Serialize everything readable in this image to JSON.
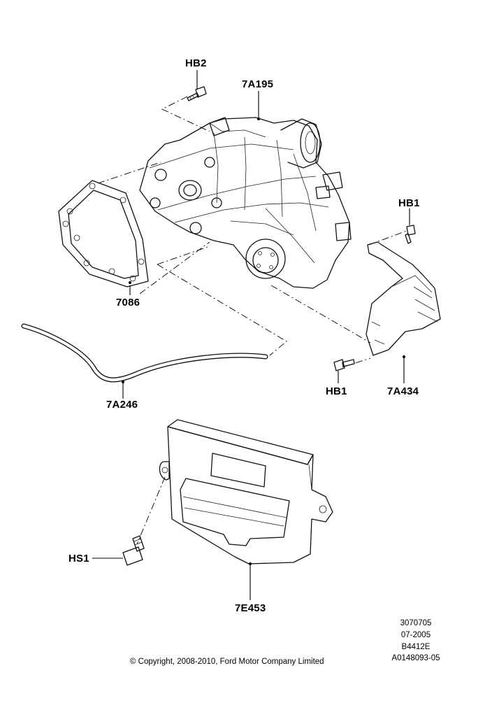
{
  "labels": {
    "hb2": "HB2",
    "tcase": "7A195",
    "hb1_upper": "HB1",
    "gasket": "7086",
    "vent_hose": "7A246",
    "hb1_lower": "HB1",
    "bracket": "7A434",
    "hs1": "HS1",
    "module": "7E453"
  },
  "reference": {
    "line1": "3070705",
    "line2": "07-2005",
    "line3": "B4412E",
    "line4": "A0148093-05"
  },
  "copyright": "© Copyright, 2008-2010, Ford Motor Company Limited"
}
